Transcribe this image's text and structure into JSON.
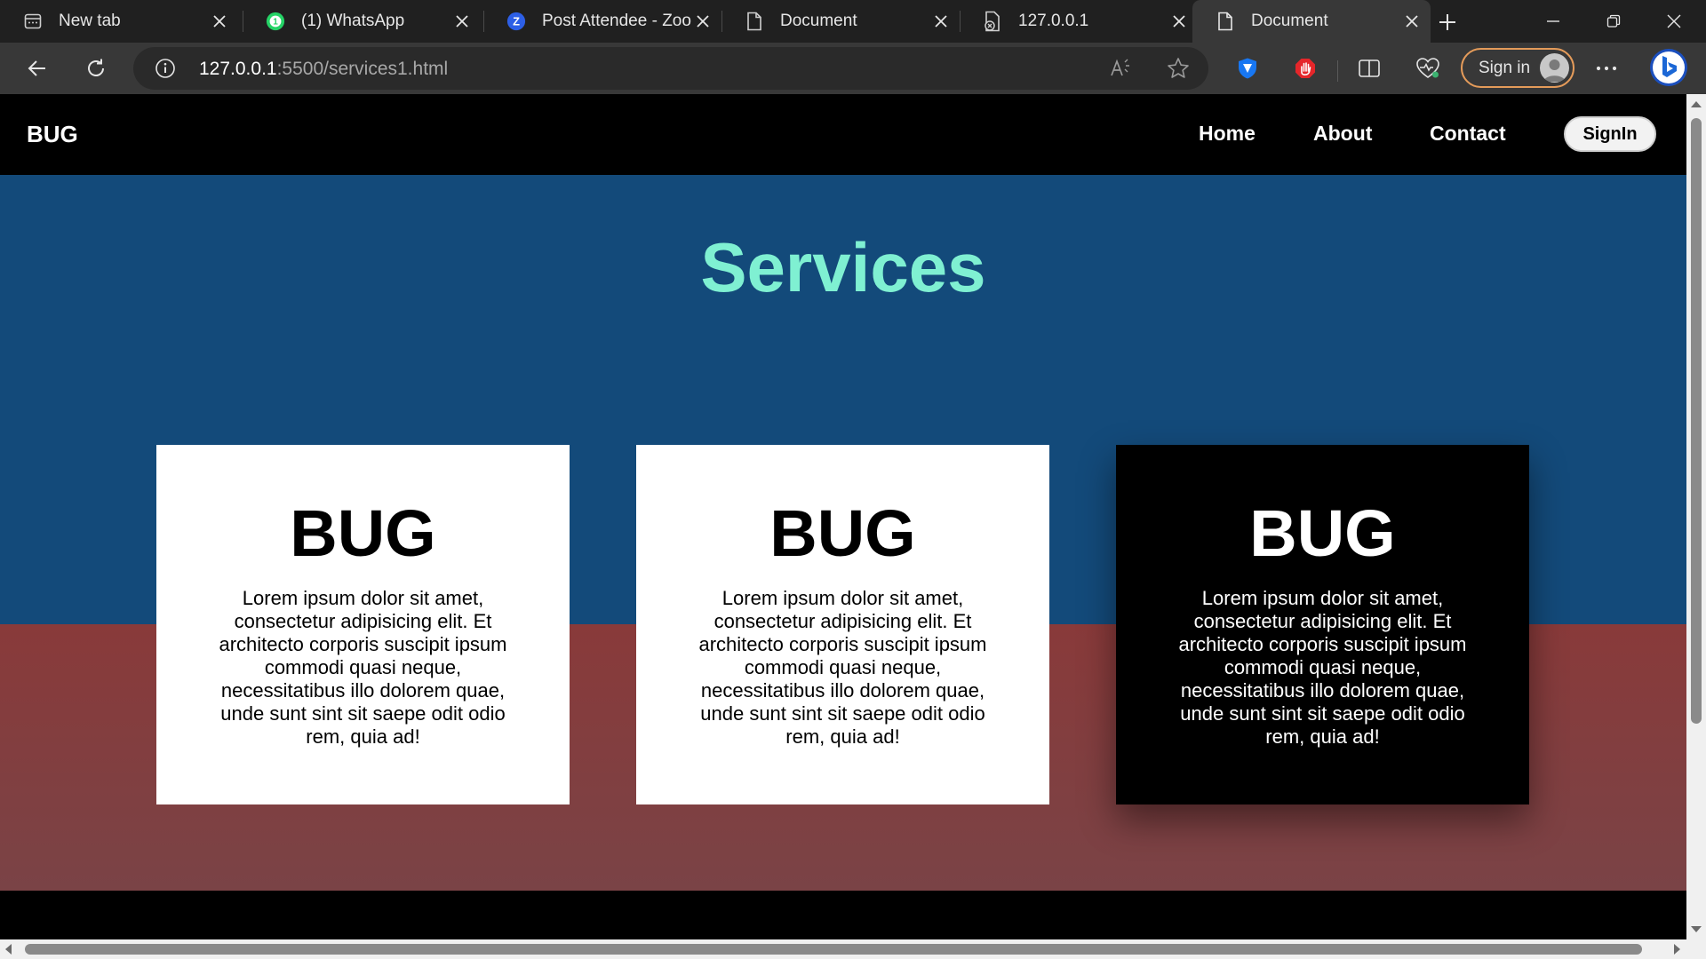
{
  "browser": {
    "tabs": [
      {
        "title": "New tab",
        "icon": "new-tab-page-icon"
      },
      {
        "title": "(1) WhatsApp",
        "icon": "whatsapp-icon"
      },
      {
        "title": "Post Attendee - Zoom",
        "icon": "zoom-icon"
      },
      {
        "title": "Document",
        "icon": "document-icon"
      },
      {
        "title": "127.0.0.1",
        "icon": "page-error-icon"
      },
      {
        "title": "Document",
        "icon": "document-icon",
        "active": true
      }
    ],
    "address": {
      "host": "127.0.0.1",
      "path": ":5500/services1.html"
    },
    "signin_label": "Sign in",
    "colors": {
      "chrome_dark": "#202020",
      "toolbar": "#383838",
      "signin_border": "#e49b5a"
    }
  },
  "site": {
    "brand": "BUG",
    "nav": [
      {
        "label": "Home"
      },
      {
        "label": "About"
      },
      {
        "label": "Contact"
      }
    ],
    "signin_label": "SignIn",
    "title": "Services",
    "cards": [
      {
        "heading": "BUG",
        "body": "Lorem ipsum dolor sit amet, consectetur adipisicing elit. Et architecto corporis suscipit ipsum commodi quasi neque, necessitatibus illo dolorem quae, unde sunt sint sit saepe odit odio rem, quia ad!",
        "theme": "light"
      },
      {
        "heading": "BUG",
        "body": "Lorem ipsum dolor sit amet, consectetur adipisicing elit. Et architecto corporis suscipit ipsum commodi quasi neque, necessitatibus illo dolorem quae, unde sunt sint sit saepe odit odio rem, quia ad!",
        "theme": "light"
      },
      {
        "heading": "BUG",
        "body": "Lorem ipsum dolor sit amet, consectetur adipisicing elit. Et architecto corporis suscipit ipsum commodi quasi neque, necessitatibus illo dolorem quae, unde sunt sint sit saepe odit odio rem, quia ad!",
        "theme": "dark"
      }
    ],
    "colors": {
      "nav_bg": "#000000",
      "hero_top": "#134a7a",
      "hero_bottom": "#893a3a",
      "title": "#7ff0d2"
    }
  }
}
